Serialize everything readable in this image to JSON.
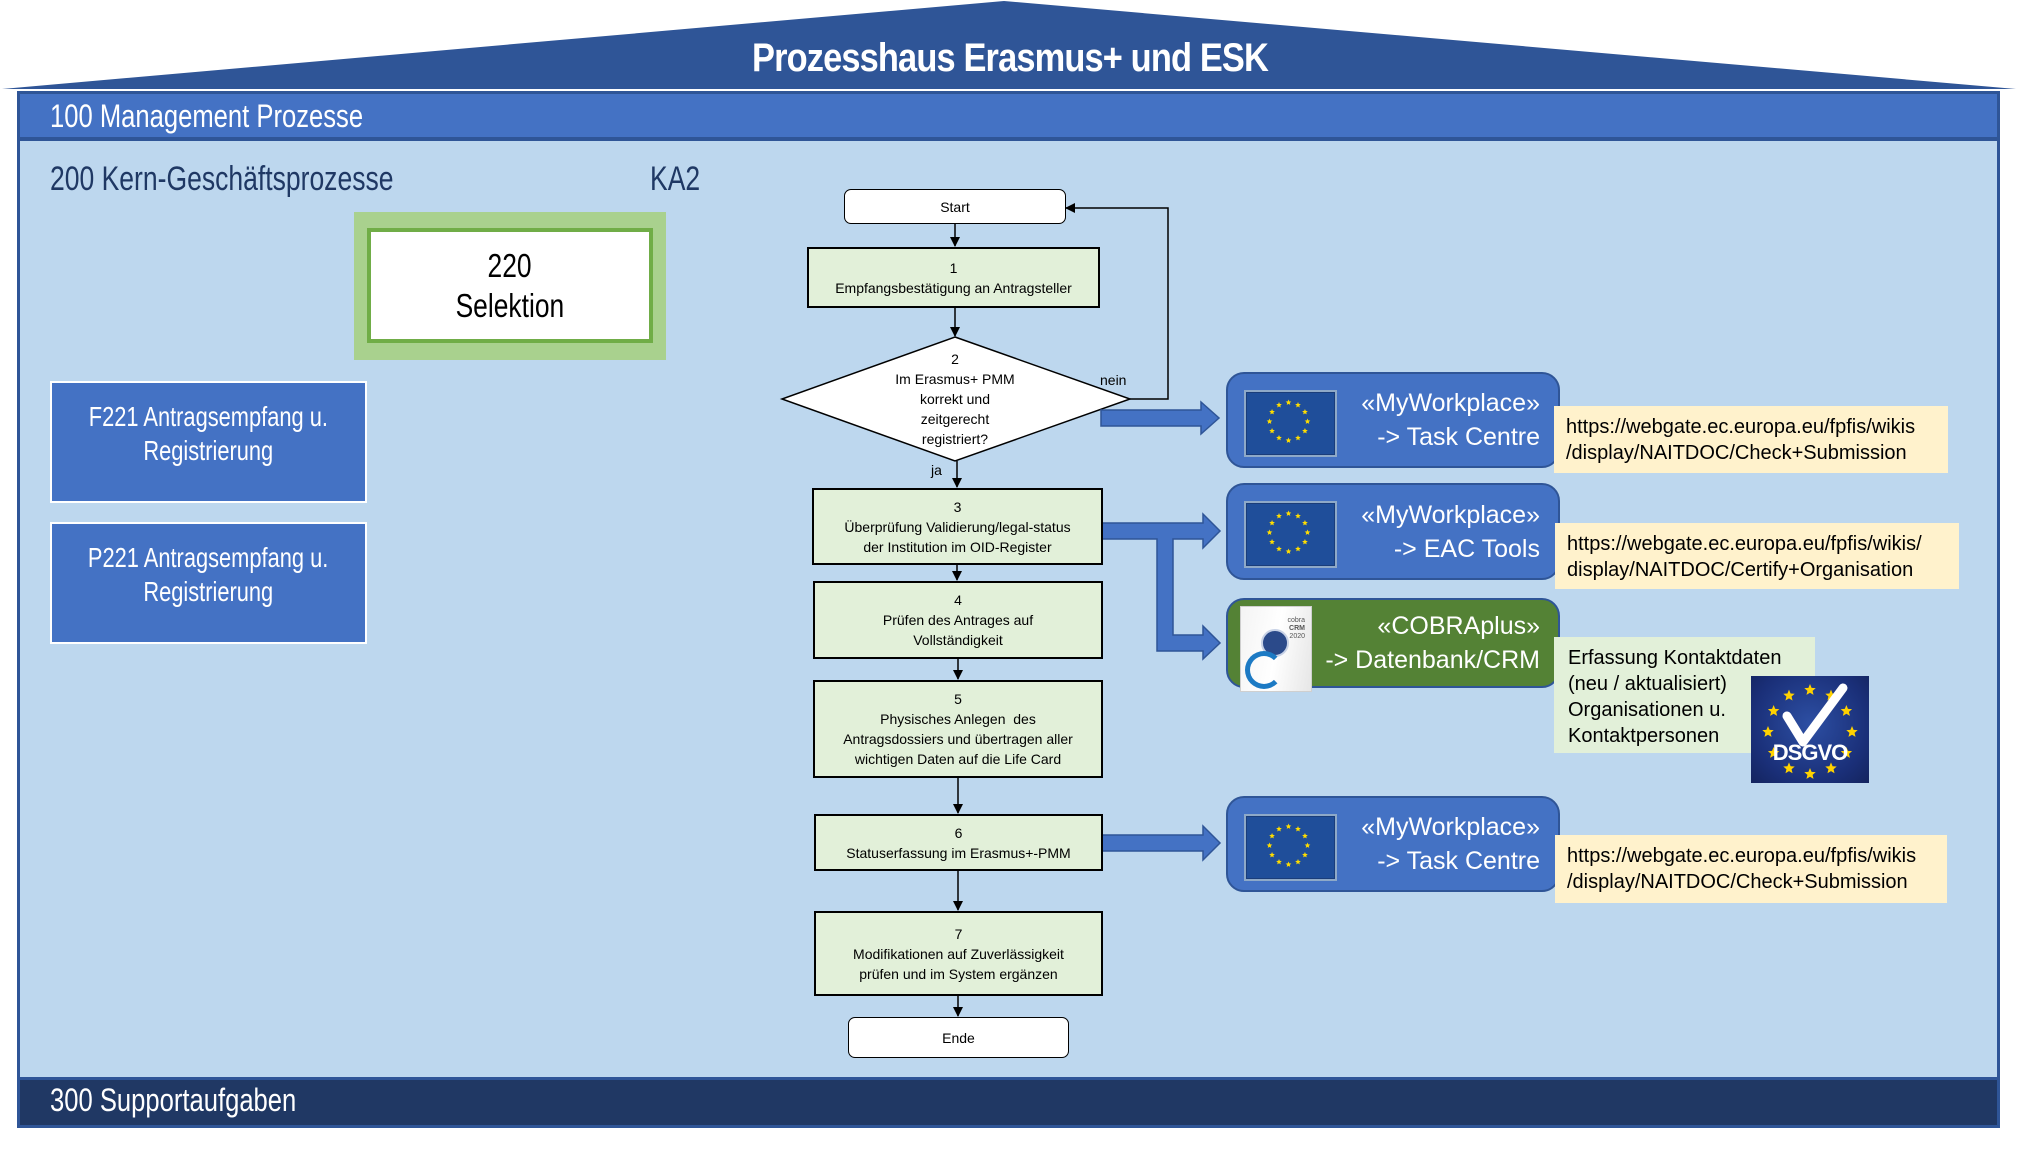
{
  "title": "Prozesshaus Erasmus+ und ESK",
  "bands": {
    "management": "100 Management Prozesse",
    "core": "200 Kern-Geschäftsprozesse",
    "core_tag": "KA2",
    "support": "300 Supportaufgaben"
  },
  "selection": {
    "number": "220",
    "label": "Selektion"
  },
  "process_boxes": [
    {
      "line1": "F221 Antragsempfang u.",
      "line2": "Registrierung"
    },
    {
      "line1": "P221 Antragsempfang u.",
      "line2": "Registrierung"
    }
  ],
  "flowchart": {
    "start": "Start",
    "end": "Ende",
    "steps": [
      {
        "num": "1",
        "lines": [
          "Empfangsbestätigung an Antragsteller"
        ]
      },
      {
        "num": "2",
        "lines": [
          "Im Erasmus+ PMM",
          "korrekt und",
          "zeitgerecht",
          "registriert?"
        ]
      },
      {
        "num": "3",
        "lines": [
          "Überprüfung Validierung/legal-status",
          "der Institution im OID-Register"
        ]
      },
      {
        "num": "4",
        "lines": [
          "Prüfen des Antrages auf",
          "Vollständigkeit"
        ]
      },
      {
        "num": "5",
        "lines": [
          "Physisches Anlegen  des",
          "Antragsdossiers und übertragen aller",
          "wichtigen Daten auf die Life Card"
        ]
      },
      {
        "num": "6",
        "lines": [
          "Statuserfassung im Erasmus+-PMM"
        ]
      },
      {
        "num": "7",
        "lines": [
          "Modifikationen auf Zuverlässigkeit",
          "prüfen und im System ergänzen"
        ]
      }
    ],
    "labels": {
      "no": "nein",
      "yes": "ja"
    }
  },
  "tools": [
    {
      "line1": "«MyWorkplace»",
      "line2": "-> Task Centre",
      "icon": "eu-flag-icon",
      "color": "#4472C4"
    },
    {
      "line1": "«MyWorkplace»",
      "line2": "-> EAC Tools",
      "icon": "eu-flag-icon",
      "color": "#4472C4"
    },
    {
      "line1": "«COBRAplus»",
      "line2": "-> Datenbank/CRM",
      "icon": "cobra-crm-product-icon",
      "color": "#548235"
    },
    {
      "line1": "«MyWorkplace»",
      "line2": "-> Task Centre",
      "icon": "eu-flag-icon",
      "color": "#4472C4"
    }
  ],
  "notes": [
    {
      "line1": "https://webgate.ec.europa.eu/fpfis/wikis",
      "line2": "/display/NAITDOC/Check+Submission"
    },
    {
      "line1": "https://webgate.ec.europa.eu/fpfis/wikis/",
      "line2": "display/NAITDOC/Certify+Organisation"
    },
    {
      "lines": [
        "Erfassung Kontaktdaten",
        "(neu / aktualisiert)",
        "Organisationen u.",
        "Kontaktpersonen"
      ]
    },
    {
      "line1": "https://webgate.ec.europa.eu/fpfis/wikis",
      "line2": "/display/NAITDOC/Check+Submission"
    }
  ],
  "product_label": {
    "brand": "cobra",
    "name": "CRM",
    "year": "2020"
  },
  "badge": {
    "text": "DSGVO"
  }
}
